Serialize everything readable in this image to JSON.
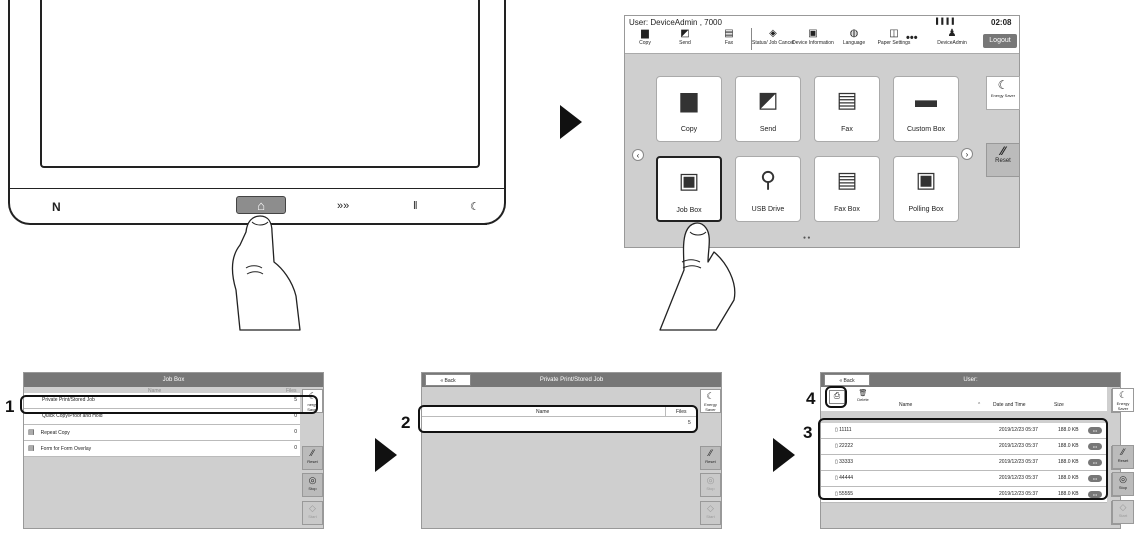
{
  "panel": {
    "nfc_icon": "N",
    "home_icon": "⌂",
    "keys": [
      "»»",
      "‖",
      "☾"
    ]
  },
  "home_screen": {
    "user": "User: DeviceAdmin , 7000",
    "clock": "02:08",
    "signal": "▌▌▌▌",
    "toolbar": [
      {
        "icon": "▆",
        "label": "Copy"
      },
      {
        "icon": "◩",
        "label": "Send"
      },
      {
        "icon": "▤",
        "label": "Fax"
      },
      {
        "icon": "◈",
        "label": "Status/ Job Cancel"
      },
      {
        "icon": "▣",
        "label": "Device Information"
      },
      {
        "icon": "◍",
        "label": "Language"
      },
      {
        "icon": "◫",
        "label": "Paper Settings"
      },
      {
        "icon": "♟",
        "label": "DeviceAdmin"
      }
    ],
    "dots": "•••",
    "logout": "Logout",
    "tiles": [
      {
        "icon": "▆",
        "label": "Copy"
      },
      {
        "icon": "◩",
        "label": "Send"
      },
      {
        "icon": "▤",
        "label": "Fax"
      },
      {
        "icon": "▬",
        "label": "Custom Box"
      },
      {
        "icon": "▣",
        "label": "Job Box"
      },
      {
        "icon": "⚲",
        "label": "USB Drive"
      },
      {
        "icon": "▤",
        "label": "Fax Box"
      },
      {
        "icon": "▣",
        "label": "Polling Box"
      }
    ],
    "energy_saver": "Energy Saver",
    "reset": "Reset",
    "reset_icon": "⁄⁄",
    "page_dots": "● ●"
  },
  "job_box_screen": {
    "title": "Job Box",
    "col_name": "Name",
    "col_files": "Files",
    "rows": [
      {
        "icon": "",
        "label": "Private Print/Stored Job",
        "count": "5"
      },
      {
        "icon": "",
        "label": "Quick Copy/Proof and Hold",
        "count": "0"
      },
      {
        "icon": "▤",
        "label": "Repeat Copy",
        "count": "0"
      },
      {
        "icon": "▤",
        "label": "Form for Form Overlay",
        "count": "0"
      }
    ],
    "energy_saver": "nergy Saver",
    "reset": "Reset",
    "stop": "Stop",
    "start": "Start"
  },
  "private_screen": {
    "back": "« Back",
    "title": "Private Print/Stored Job",
    "col_name": "Name",
    "col_files": "Files",
    "row_count": "5",
    "energy_saver": "Energy Saver",
    "reset": "Reset",
    "stop": "Stop",
    "start": "Start"
  },
  "user_screen": {
    "back": "« Back",
    "title": "User:",
    "delete": "Delete",
    "col_name": "Name",
    "col_date": "Date and Time",
    "col_size": "Size",
    "rows": [
      {
        "name": "11111",
        "date": "2019/12/23 05:37",
        "size": "188.0 KB"
      },
      {
        "name": "22222",
        "date": "2019/12/23 05:37",
        "size": "188.0 KB"
      },
      {
        "name": "33333",
        "date": "2019/12/23 05:37",
        "size": "188.0 KB"
      },
      {
        "name": "44444",
        "date": "2019/12/23 05:37",
        "size": "188.0 KB"
      },
      {
        "name": "55555",
        "date": "2019/12/23 05:37",
        "size": "188.0 KB"
      }
    ],
    "energy_saver": "Energy Saver",
    "reset": "Reset",
    "stop": "Stop",
    "start": "Start"
  },
  "callouts": [
    "1",
    "2",
    "3",
    "4"
  ]
}
